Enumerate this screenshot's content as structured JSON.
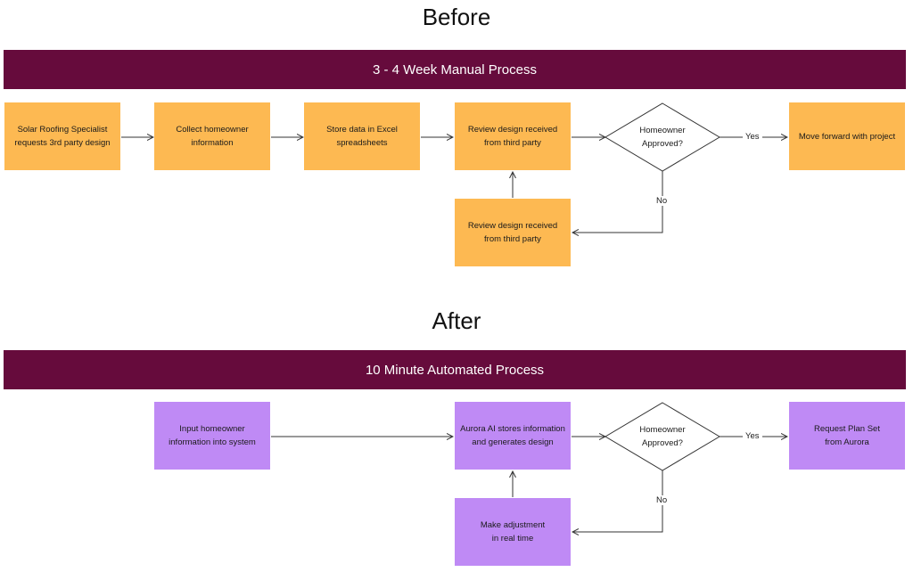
{
  "colors": {
    "banner": "#660b3c",
    "before_box": "#fdb952",
    "after_box": "#bf8af5",
    "line": "#333333"
  },
  "before": {
    "title": "Before",
    "banner": "3 - 4 Week Manual Process",
    "boxes": {
      "b1": "Solar Roofing Specialist\nrequests 3rd party design",
      "b2": "Collect homeowner\ninformation",
      "b3": "Store data in Excel\nspreadsheets",
      "b4": "Review design received\nfrom third party",
      "b5": "Review design received\nfrom third party",
      "b6": "Move forward with project"
    },
    "decision": "Homeowner\nApproved?",
    "yes": "Yes",
    "no": "No"
  },
  "after": {
    "title": "After",
    "banner": "10 Minute Automated Process",
    "boxes": {
      "a1": "Input homeowner\ninformation into system",
      "a2": "Aurora AI stores information\nand generates design",
      "a3": "Make adjustment\nin real time",
      "a4": "Request Plan Set\nfrom Aurora"
    },
    "decision": "Homeowner\nApproved?",
    "yes": "Yes",
    "no": "No"
  }
}
